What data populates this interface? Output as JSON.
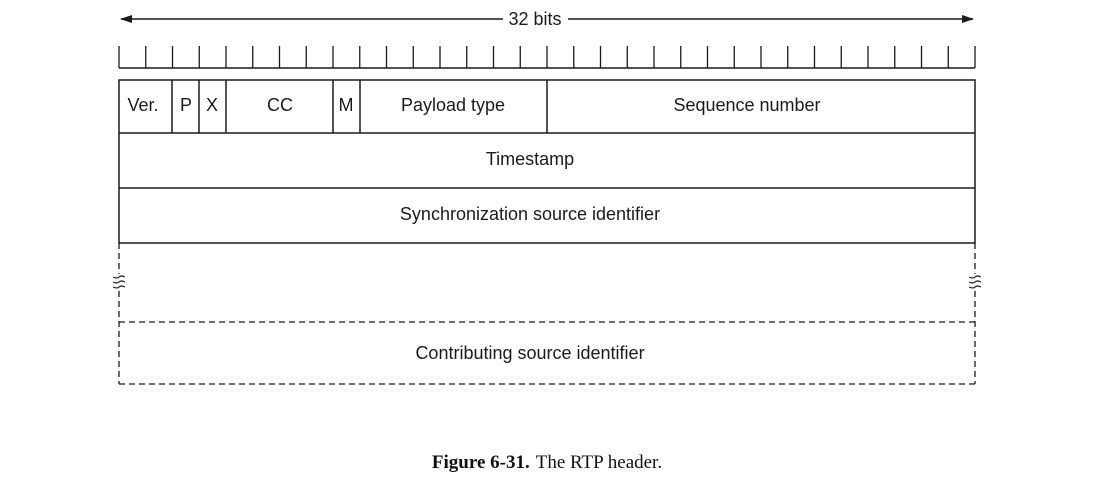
{
  "width_label": "32 bits",
  "fields": {
    "version": "Ver.",
    "padding": "P",
    "extension": "X",
    "csrc_count": "CC",
    "marker": "M",
    "payload_type": "Payload type",
    "sequence_number": "Sequence number",
    "timestamp": "Timestamp",
    "ssrc": "Synchronization source identifier",
    "csrc": "Contributing source identifier"
  },
  "caption": {
    "figure_number": "Figure 6-31.",
    "text": "The RTP header."
  }
}
